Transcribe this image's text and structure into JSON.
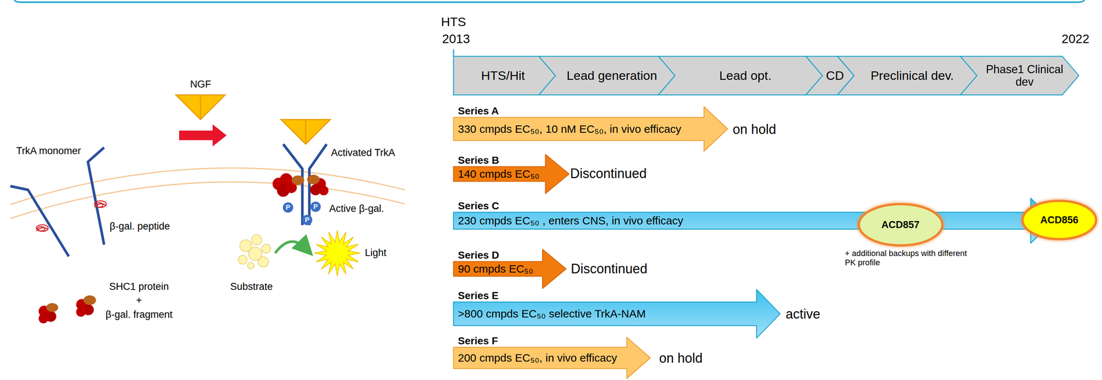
{
  "diagram": {
    "nodes": [
      {
        "text": [
          "HTS/Hit"
        ]
      },
      {
        "text": [
          "Lead generation"
        ]
      },
      {
        "text": [
          "Lead opt."
        ]
      },
      {
        "text": [
          "CD"
        ]
      },
      {
        "text": [
          "Preclinical dev."
        ]
      },
      {
        "text": [
          "Phase1 Clinical dev"
        ]
      },
      {
        "text": [
          "Series A",
          "330 cmpds EC₅₀, 10 nM EC₅₀, in vivo efficacy"
        ]
      },
      {
        "text": [
          "Series B",
          "140 cmpds EC₅₀"
        ]
      },
      {
        "text": [
          "Series C",
          "230 cmpds EC₅₀ , enters CNS, in vivo efficacy"
        ]
      },
      {
        "text": [
          "ACD857"
        ]
      },
      {
        "text": [
          "ACD856"
        ]
      },
      {
        "text": [
          "Series D",
          "90 cmpds EC₅₀"
        ]
      },
      {
        "text": [
          "Series E",
          ">800 cmpds EC₅₀ selective TrkA-NAM"
        ]
      },
      {
        "text": [
          "Series F",
          "200 cmpds EC₅₀, in vivo efficacy"
        ]
      }
    ],
    "labels": [
      "HTS",
      "2013",
      "2022",
      "on hold",
      "Discontinued",
      "Discontinued",
      "active",
      "on hold",
      "+ additional backups with different PK profile",
      "NGF",
      "TrkA monomer",
      "Activated TrkA",
      "β-gal. peptide",
      "Active β-gal.",
      "P",
      "P",
      "P",
      "Substrate",
      "Light",
      "SHC1 protein",
      "+",
      "β-gal. fragment"
    ]
  }
}
